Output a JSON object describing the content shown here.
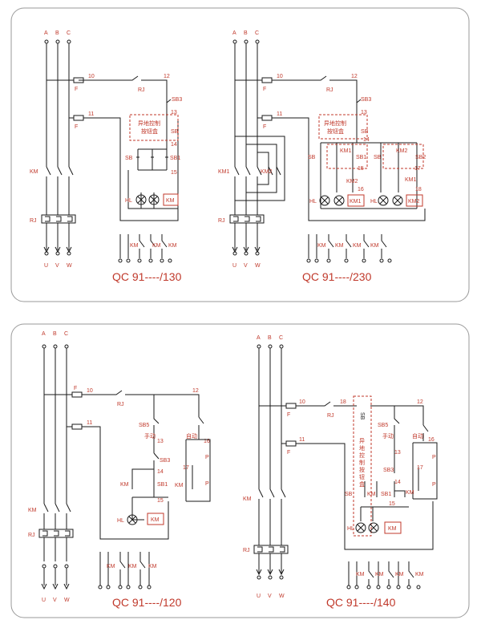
{
  "phase_labels": [
    "A",
    "B",
    "C"
  ],
  "output_labels": [
    "U",
    "V",
    "W"
  ],
  "relay_labels": {
    "km": "KM",
    "km1": "KM1",
    "km2": "KM2",
    "rj": "RJ",
    "f": "F",
    "hl": "HL"
  },
  "button_labels": {
    "sb": "SB",
    "sb1": "SB1",
    "sb2": "SB2",
    "sb3": "SB3",
    "sb5": "SB5",
    "sb_short": "SB",
    "p": "P"
  },
  "text_labels": {
    "remote_box_1": "异地控制",
    "remote_box_2": "按钮盒",
    "remote_vertical": [
      "异",
      "地",
      "控",
      "制",
      "按",
      "钮",
      "盒"
    ],
    "manual": "手动",
    "auto": "自动"
  },
  "wire_numbers": [
    "10",
    "11",
    "12",
    "13",
    "14",
    "15",
    "16",
    "17",
    "18"
  ],
  "panels": [
    {
      "title": "QC 91----/130"
    },
    {
      "title": "QC 91----/230"
    },
    {
      "title": "QC 91----/120"
    },
    {
      "title": "QC 91----/140"
    }
  ]
}
